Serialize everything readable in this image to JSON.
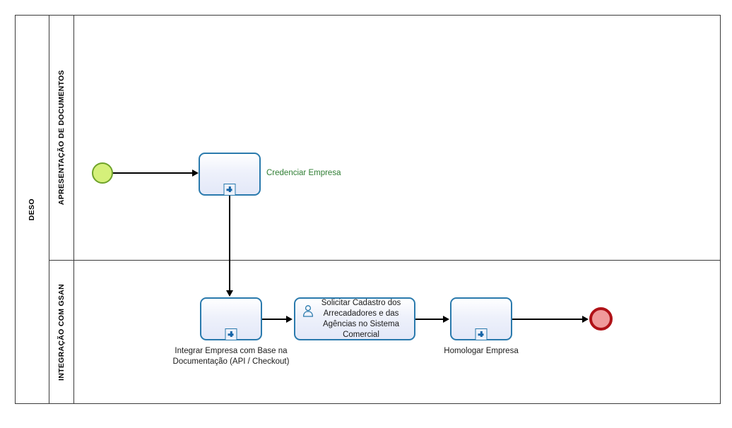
{
  "diagram": {
    "type": "bpmn-process-diagram",
    "pool": {
      "label": "DESO"
    },
    "lanes": [
      {
        "id": "lane-apresentacao",
        "label": "APRESENTAÇÃO DE DOCUMENTOS"
      },
      {
        "id": "lane-integracao",
        "label": "INTEGRAÇÃO COM GSAN"
      }
    ],
    "events": [
      {
        "id": "start-event",
        "kind": "start",
        "label": "",
        "fill": "#d5f07a",
        "stroke": "#6fa32a"
      },
      {
        "id": "end-event",
        "kind": "end",
        "label": "",
        "fill": "#ef9a9a",
        "stroke": "#b01217"
      }
    ],
    "tasks": [
      {
        "id": "task-credenciar-empresa",
        "label": "Credenciar Empresa",
        "label_position": "right",
        "marker": "sub-process",
        "icon": "",
        "lane": "lane-apresentacao"
      },
      {
        "id": "task-integrar-empresa",
        "label": "Integrar Empresa com Base na\nDocumentação (API / Checkout)",
        "label_position": "below",
        "marker": "sub-process",
        "icon": "",
        "lane": "lane-integracao"
      },
      {
        "id": "task-solicitar-cadastro",
        "label": "Solicitar Cadastro dos\nArrecadadores e das Agências\nno Sistema Comercial",
        "label_position": "inside",
        "marker": "",
        "icon": "user-task-icon",
        "lane": "lane-integracao"
      },
      {
        "id": "task-homologar-empresa",
        "label": "Homologar Empresa",
        "label_position": "below",
        "marker": "sub-process",
        "icon": "",
        "lane": "lane-integracao"
      }
    ],
    "flows": [
      {
        "id": "flow-start-to-credenciar",
        "from": "start-event",
        "to": "task-credenciar-empresa",
        "direction": "right"
      },
      {
        "id": "flow-credenciar-to-integrar",
        "from": "task-credenciar-empresa",
        "to": "task-integrar-empresa",
        "direction": "down"
      },
      {
        "id": "flow-integrar-to-solicitar",
        "from": "task-integrar-empresa",
        "to": "task-solicitar-cadastro",
        "direction": "right"
      },
      {
        "id": "flow-solicitar-to-homologar",
        "from": "task-solicitar-cadastro",
        "to": "task-homologar-empresa",
        "direction": "right"
      },
      {
        "id": "flow-homologar-to-end",
        "from": "task-homologar-empresa",
        "to": "end-event",
        "direction": "right"
      }
    ],
    "colors": {
      "task_stroke": "#2a7aad",
      "task_fill": "#e8ecfa",
      "lane_stroke": "#3b3b3b",
      "connector": "#000000",
      "task_label_accent": "#2e7d32"
    }
  }
}
